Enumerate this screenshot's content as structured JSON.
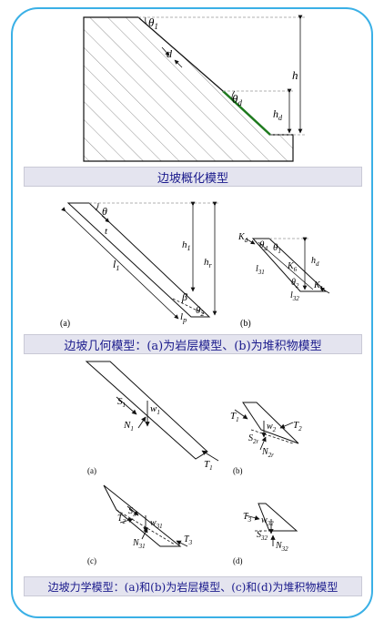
{
  "captions": {
    "c1": "边坡概化模型",
    "c2": "边坡几何模型：(a)为岩层模型、(b)为堆积物模型",
    "c3": "边坡力学模型：(a)和(b)为岩层模型、(c)和(d)为堆积物模型"
  },
  "fig1": {
    "theta1": "θ",
    "theta1_sub": "1",
    "d": "d",
    "theta_d": "θ",
    "theta_d_sub": "d",
    "h": "h",
    "hd": "h",
    "hd_sub": "d"
  },
  "fig2a": {
    "theta": "θ",
    "t": "t",
    "l1": "l",
    "l1_sub": "1",
    "h1": "h",
    "h1_sub": "1",
    "hr": "h",
    "hr_sub": "r",
    "beta": "β",
    "theta2": "θ",
    "theta2_sub": "2",
    "lp": "l",
    "lp_sub": "p",
    "label": "(a)"
  },
  "fig2b": {
    "kd": "K",
    "kd_sub": "d",
    "thetad": "θ",
    "thetad_sub": "d",
    "theta1": "θ",
    "theta1_sub": "1",
    "l31": "l",
    "l31_sub": "31",
    "kb": "K",
    "kb_sub": "6",
    "hd": "h",
    "hd_sub": "d",
    "k1": "K",
    "k1_sub": "1",
    "theta2": "θ",
    "theta2_sub": "2",
    "l32": "l",
    "l32_sub": "32",
    "label": "(b)"
  },
  "fig3a": {
    "s1": "S",
    "s1_sub": "1",
    "w1": "w",
    "w1_sub": "1",
    "n1": "N",
    "n1_sub": "1",
    "t1": "T",
    "t1_sub": "1",
    "label": "(a)"
  },
  "fig3b": {
    "t1": "T",
    "t1_sub": "1",
    "w2": "w",
    "w2_sub": "2",
    "t2": "T",
    "t2_sub": "2",
    "s2": "S",
    "s2_sub": "2r",
    "n2": "N",
    "n2_sub": "2r",
    "label": "(b)"
  },
  "fig3c": {
    "s3": "S",
    "s3_sub": "3",
    "t2": "T",
    "t2_sub": "2",
    "w31": "w",
    "w31_sub": "31",
    "n31": "N",
    "n31_sub": "31",
    "t3": "T",
    "t3_sub": "3",
    "label": "(c)"
  },
  "fig3d": {
    "t3": "T",
    "t3_sub": "3",
    "w32": "w",
    "w32_sub": "32",
    "s32": "S",
    "s32_sub": "32",
    "n32": "N",
    "n32_sub": "32",
    "label": "(d)"
  }
}
